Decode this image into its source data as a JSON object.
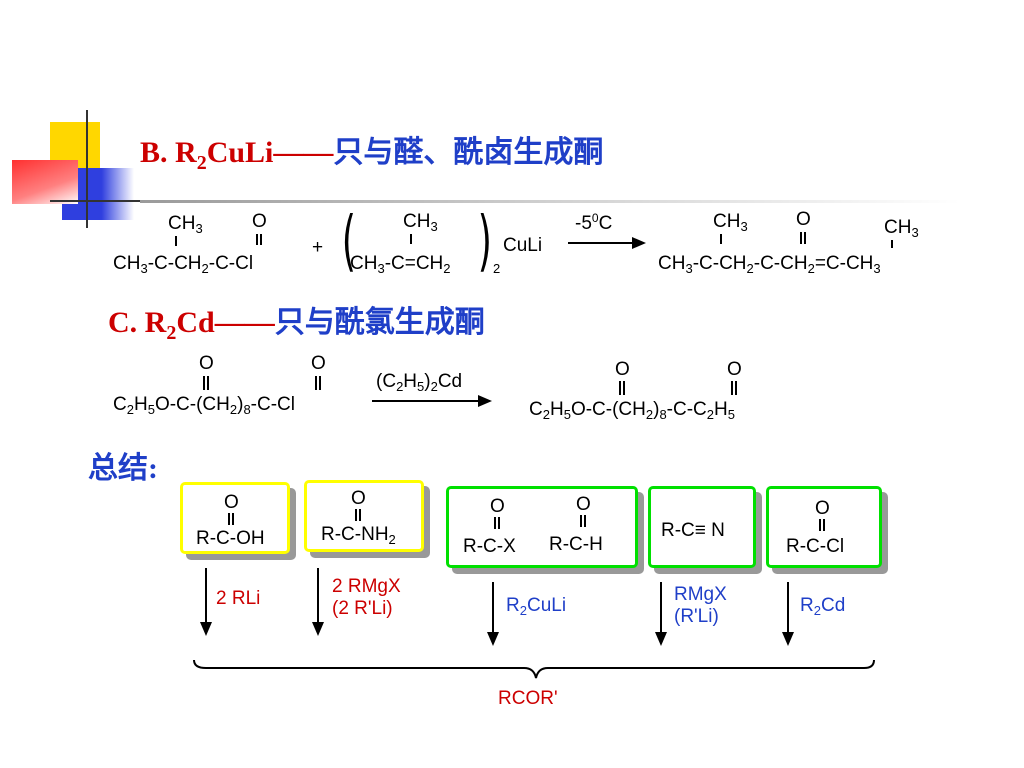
{
  "section_b": {
    "prefix": "B. R",
    "sub": "2",
    "main": "CuLi",
    "dash": "——",
    "desc": "只与醛、酰卤生成酮"
  },
  "reaction_b": {
    "r1_top_ch3": "CH3",
    "r1_top_o": "O",
    "r1_main": "CH3-C-CH2-C-Cl",
    "plus": "+",
    "r2_top_ch3": "CH3",
    "r2_main": "CH3-C=CH2",
    "r2_sub": "2",
    "r2_culi": "CuLi",
    "condition": "-50C",
    "p_top_ch3a": "CH3",
    "p_top_o": "O",
    "p_top_ch3b": "CH3",
    "p_main": "CH3-C-CH2-C-CH2=C-CH3"
  },
  "section_c": {
    "prefix": "C. R",
    "sub": "2",
    "main": "Cd",
    "dash": "——",
    "desc": "只与酰氯生成酮"
  },
  "reaction_c": {
    "r_o1": "O",
    "r_o2": "O",
    "r_main": "C2H5O-C-(CH2)8-C-Cl",
    "reagent": "(C2H5)2Cd",
    "p_o1": "O",
    "p_o2": "O",
    "p_main": "C2H5O-C-(CH2)8-C-C2H5"
  },
  "summary": {
    "label": "总结:",
    "boxes": [
      {
        "o": "O",
        "formula": "R-C-OH",
        "color": "#ffff00"
      },
      {
        "o": "O",
        "formula": "R-C-NH2",
        "color": "#ffff00"
      },
      {
        "o1": "O",
        "f1": "R-C-X",
        "o2": "O",
        "f2": "R-C-H",
        "color": "#00e000"
      },
      {
        "formula": "R-C≡ N",
        "color": "#00e000"
      },
      {
        "o": "O",
        "formula": "R-C-Cl",
        "color": "#00e000"
      }
    ],
    "reagents": [
      {
        "text": "2 RLi",
        "color": "#cc0000"
      },
      {
        "line1": "2 RMgX",
        "line2": "(2 R'Li)",
        "color": "#cc0000"
      },
      {
        "text": "R2CuLi",
        "color": "#1f3fc8"
      },
      {
        "line1": "RMgX",
        "line2": "(R'Li)",
        "color": "#1f3fc8"
      },
      {
        "text": "R2Cd",
        "color": "#1f3fc8"
      }
    ],
    "product": "RCOR'"
  },
  "colors": {
    "title_red": "#cc0000",
    "title_blue": "#1f3fc8",
    "deco_yellow": "#ffd700",
    "deco_blue": "#2f3fdf",
    "deco_red": "#ff4040"
  }
}
